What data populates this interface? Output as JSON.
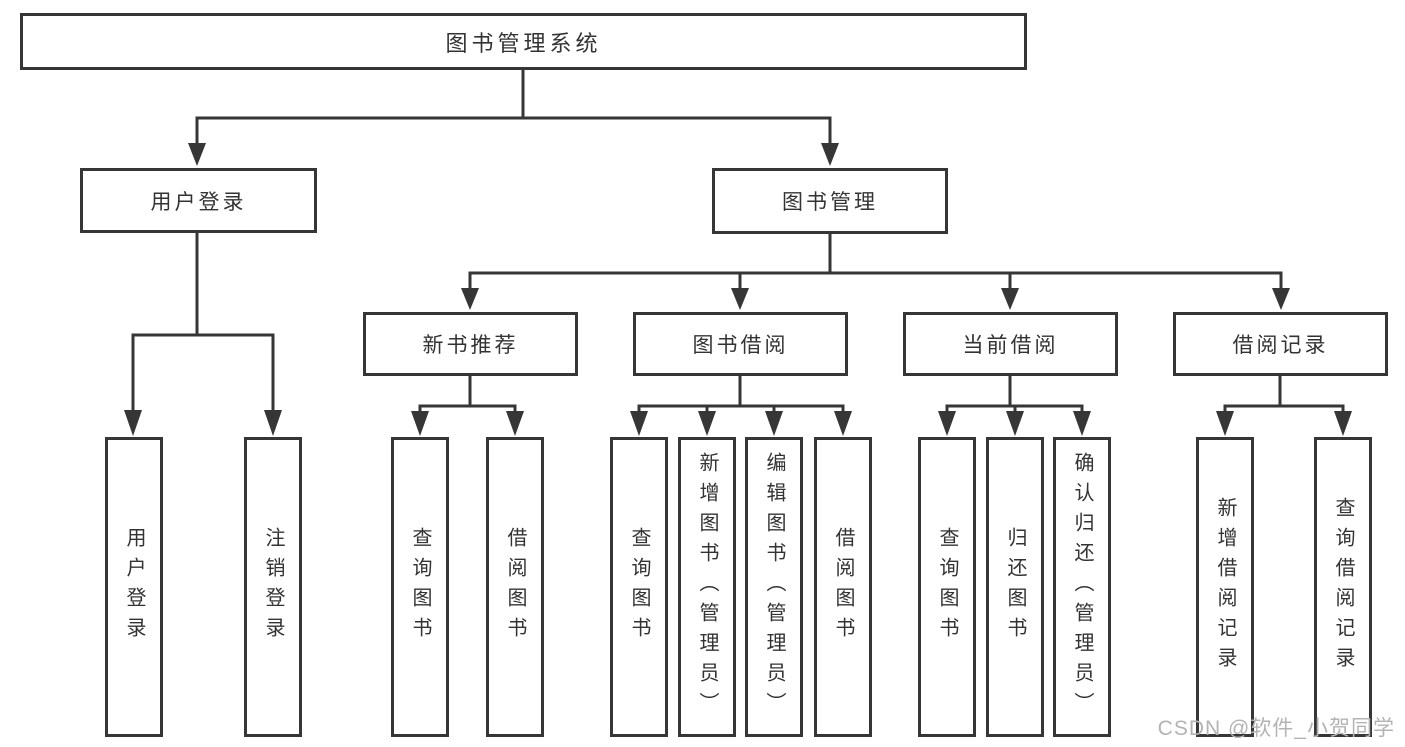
{
  "tree": {
    "root": {
      "label": "图书管理系统"
    },
    "branches": [
      {
        "label": "用户登录",
        "children": [
          {
            "label": "用户登录"
          },
          {
            "label": "注销登录"
          }
        ]
      },
      {
        "label": "图书管理",
        "children": [
          {
            "label": "新书推荐",
            "children": [
              {
                "label": "查询图书"
              },
              {
                "label": "借阅图书"
              }
            ]
          },
          {
            "label": "图书借阅",
            "children": [
              {
                "label": "查询图书"
              },
              {
                "label": "新增图书（管理员）"
              },
              {
                "label": "编辑图书（管理员）"
              },
              {
                "label": "借阅图书"
              }
            ]
          },
          {
            "label": "当前借阅",
            "children": [
              {
                "label": "查询图书"
              },
              {
                "label": "归还图书"
              },
              {
                "label": "确认归还（管理员）"
              }
            ]
          },
          {
            "label": "借阅记录",
            "children": [
              {
                "label": "新增借阅记录"
              },
              {
                "label": "查询借阅记录"
              }
            ]
          }
        ]
      }
    ]
  },
  "watermark": {
    "text": "CSDN @软件_小贺同学"
  },
  "colors": {
    "line": "#363636",
    "box_border": "#363636",
    "text": "#333333",
    "watermark": "#b3b3b3",
    "background": "#ffffff"
  }
}
